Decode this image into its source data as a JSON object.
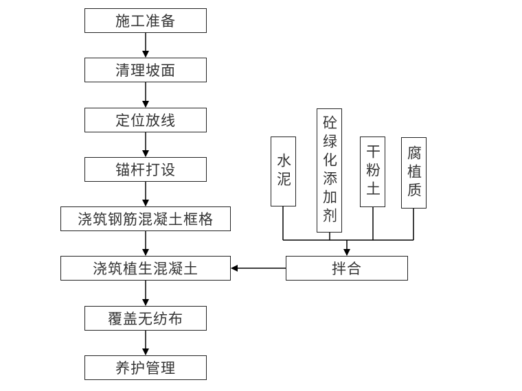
{
  "flow": {
    "steps": [
      {
        "label": "施工准备"
      },
      {
        "label": "清理坡面"
      },
      {
        "label": "定位放线"
      },
      {
        "label": "锚杆打设"
      },
      {
        "label": "浇筑钢筋混凝土框格"
      },
      {
        "label": "浇筑植生混凝土"
      },
      {
        "label": "覆盖无纺布"
      },
      {
        "label": "养护管理"
      }
    ],
    "materials": [
      {
        "label": "水泥"
      },
      {
        "label": "砼绿化添加剂"
      },
      {
        "label": "干粉土"
      },
      {
        "label": "腐植质"
      }
    ],
    "mix": {
      "label": "拌合"
    }
  },
  "colors": {
    "line": "#000000",
    "border": "#222222",
    "text": "#333333"
  }
}
